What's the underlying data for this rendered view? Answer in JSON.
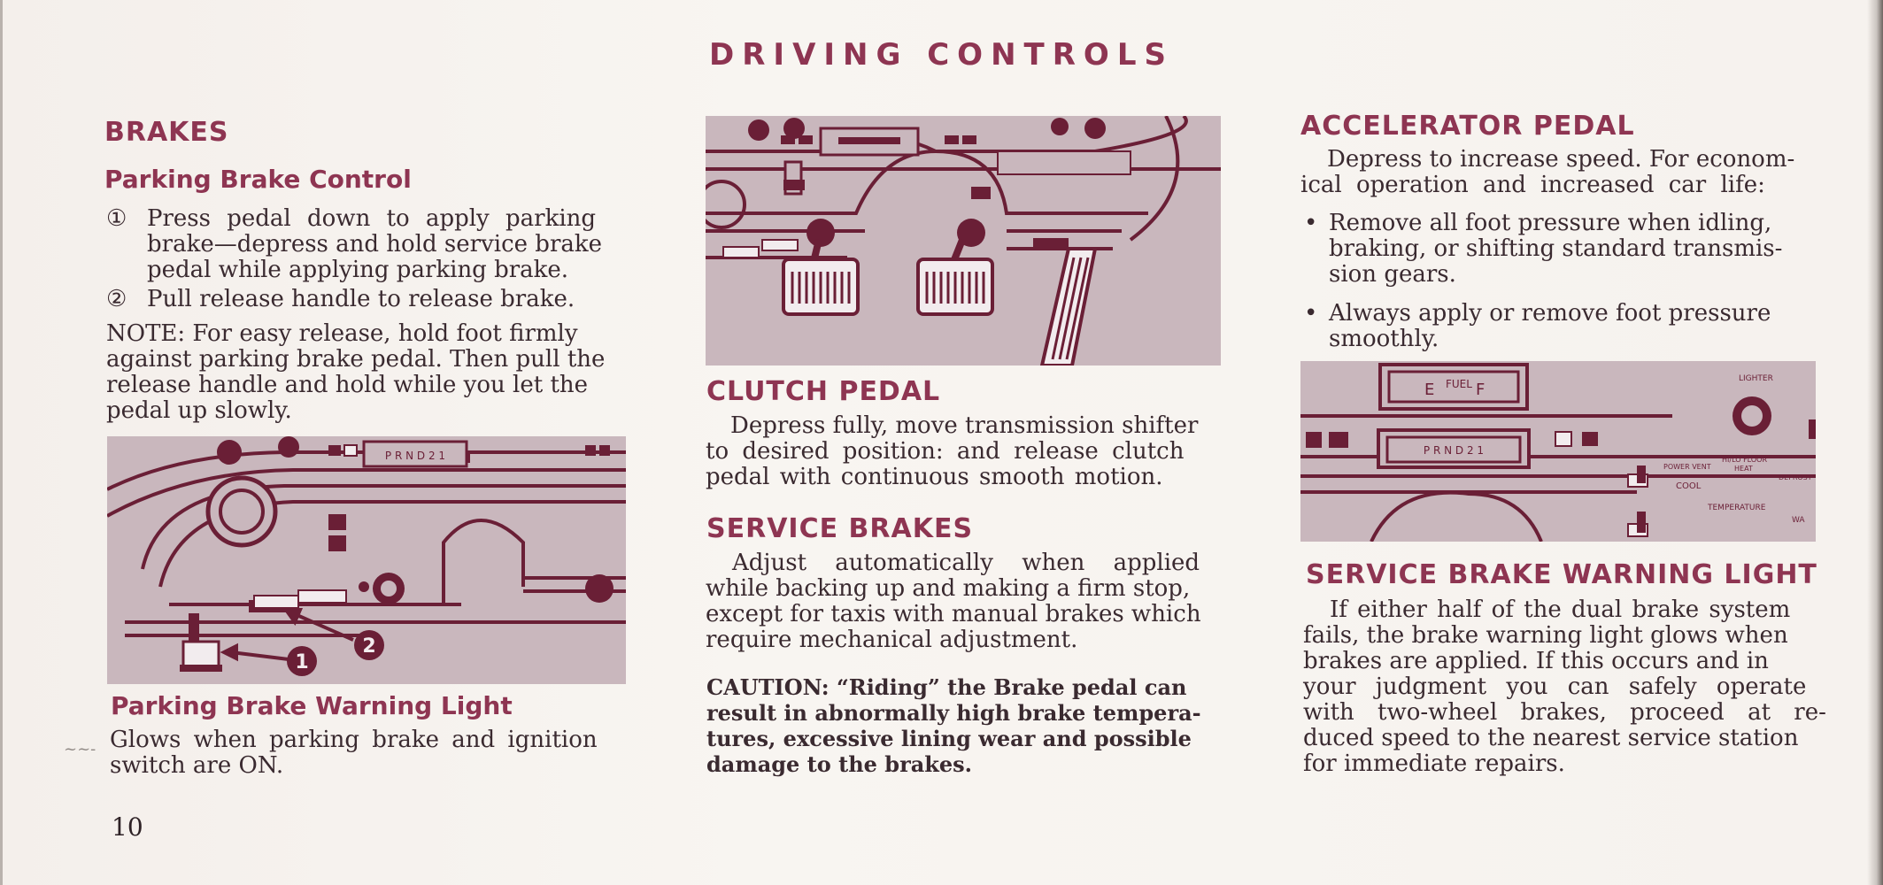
{
  "page": {
    "header": "DRIVING CONTROLS",
    "page_number": "10",
    "margin_mark": "~~-"
  },
  "left": {
    "section": "BRAKES",
    "subsection": "Parking Brake Control",
    "items": [
      {
        "marker": "①",
        "lines": [
          "Press pedal down to apply parking",
          "brake—depress and hold service brake",
          "pedal while applying parking brake."
        ]
      },
      {
        "marker": "②",
        "lines": [
          "Pull release handle to release brake."
        ]
      }
    ],
    "note_lines": [
      "NOTE: For easy release, hold foot firmly",
      "against parking brake pedal. Then pull the",
      "release handle and hold while you let the",
      "pedal up slowly."
    ],
    "figure": {
      "gear_readout": "P R N D 2 1",
      "callout_1": "1",
      "callout_2": "2"
    },
    "warning_title": "Parking Brake Warning Light",
    "warning_lines": [
      "Glows when parking brake and ignition",
      "switch are ON."
    ]
  },
  "middle": {
    "clutch_title": "CLUTCH PEDAL",
    "clutch_lines": [
      "Depress fully, move transmission shifter",
      "to desired position: and release clutch",
      "pedal with continuous smooth motion."
    ],
    "service_title": "SERVICE BRAKES",
    "service_lines": [
      "Adjust automatically when applied",
      "while backing up and making a firm stop,",
      "except for taxis with manual brakes which",
      "require mechanical adjustment."
    ],
    "caution_lines": [
      "CAUTION: “Riding” the Brake pedal can",
      "result in abnormally high brake tempera-",
      "tures, excessive lining wear and possible",
      "damage to the brakes."
    ]
  },
  "right": {
    "accel_title": "ACCELERATOR PEDAL",
    "accel_lines": [
      "Depress to increase speed. For econom-",
      "ical operation and increased car life:"
    ],
    "bullets": [
      {
        "marker": "•",
        "lines": [
          "Remove all foot pressure when idling,",
          "braking, or shifting standard transmis-",
          "sion gears."
        ]
      },
      {
        "marker": "•",
        "lines": [
          "Always apply or remove foot pressure",
          "smoothly."
        ]
      }
    ],
    "figure": {
      "fuel_label": "FUEL",
      "fuel_e": "E",
      "fuel_f": "F",
      "gear_readout": "P R N D 2 1",
      "lighter": "LIGHTER",
      "cool": "COOL",
      "temperature": "TEMPERATURE",
      "wa": "WA",
      "hi_lo": "HI/LO FLOOR",
      "heat": "HEAT",
      "defrost": "DEFROST",
      "power_vent": "POWER VENT"
    },
    "warning_title": "SERVICE BRAKE WARNING LIGHT",
    "warning_lines": [
      "If either half of the dual brake system",
      "fails, the brake warning light glows when",
      "brakes are applied. If this occurs and in",
      "your judgment you can safely operate",
      "with two-wheel brakes, proceed at re-",
      "duced speed to the nearest service station",
      "for immediate repairs."
    ]
  },
  "colors": {
    "accent": "#8e3552",
    "figure_bg": "#c9b7bd",
    "figure_ink": "#6a1f36"
  }
}
